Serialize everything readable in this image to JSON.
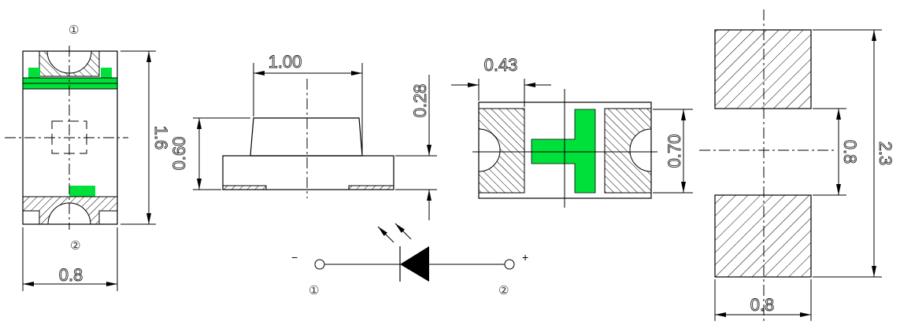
{
  "colors": {
    "pad_green": "#00e03a",
    "line": "#000000"
  },
  "top_view": {
    "pin1_label": "①",
    "pin2_label": "②",
    "length_dim": "1.6",
    "width_dim": "0.8"
  },
  "side_view": {
    "width_dim": "1.00",
    "height_dim": "0.60",
    "lens_height_dim": "0.28"
  },
  "bottom_view": {
    "pad_dim": "0.43",
    "height_dim": "0.70"
  },
  "symbol": {
    "minus": "−",
    "plus": "+",
    "pin1_label": "①",
    "pin2_label": "②"
  },
  "land_pattern": {
    "gap_dim": "0.8",
    "total_dim": "2.3",
    "width_dim": "0.8"
  }
}
